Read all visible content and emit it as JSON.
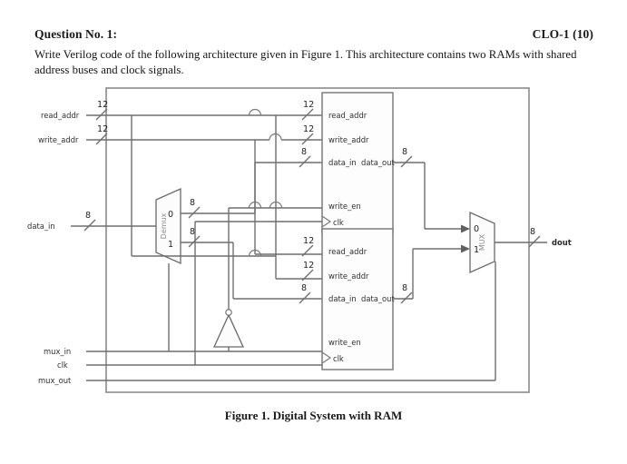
{
  "document": {
    "question_number": "Question No. 1:",
    "clo_marks": "CLO-1 (10)",
    "prompt": "Write Verilog code of the following architecture given in Figure 1. This architecture contains two RAMs with shared address buses and clock signals.",
    "caption": "Figure 1. Digital System with RAM"
  },
  "figure": {
    "inputs": [
      {
        "name": "read_addr",
        "width": "12"
      },
      {
        "name": "write_addr",
        "width": "12"
      },
      {
        "name": "data_in",
        "width": "8"
      },
      {
        "name": "mux_in",
        "width": ""
      },
      {
        "name": "clk",
        "width": ""
      },
      {
        "name": "mux_out",
        "width": ""
      }
    ],
    "outputs": [
      {
        "name": "dout",
        "width": "8"
      }
    ],
    "demux": {
      "label": "Demux",
      "out0": "0",
      "out1": "1",
      "out0_width": "8",
      "out1_width": "8"
    },
    "mux": {
      "label": "MUX",
      "in0": "0",
      "in1": "1",
      "out_width": "8"
    },
    "ram_top": {
      "ports_left": [
        "read_addr",
        "write_addr",
        "data_in",
        "write_en",
        "clk"
      ],
      "ports_right": [
        "data_out"
      ],
      "widths": {
        "read_addr": "12",
        "write_addr": "12",
        "data_in": "8",
        "data_out": "8"
      }
    },
    "ram_bottom": {
      "ports_left": [
        "read_addr",
        "write_addr",
        "data_in",
        "write_en",
        "clk"
      ],
      "ports_right": [
        "data_out"
      ],
      "widths": {
        "read_addr": "12",
        "write_addr": "12",
        "data_in": "8",
        "data_out": "8"
      }
    },
    "inverter": {
      "name": "not-gate"
    }
  }
}
